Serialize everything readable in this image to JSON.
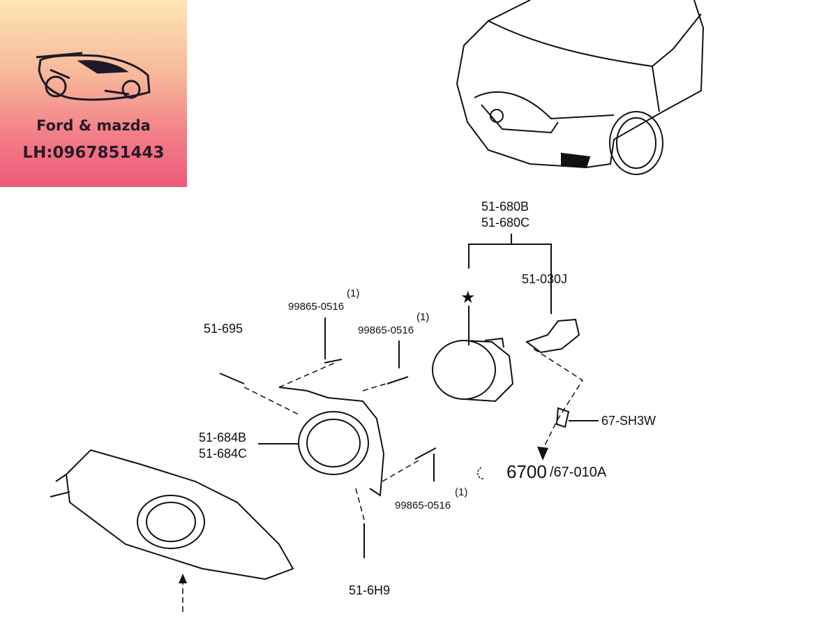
{
  "logo": {
    "brand": "Ford & mazda",
    "phone": "LH:0967851443"
  },
  "labels": {
    "fog_lamp_b": "51-680B",
    "fog_lamp_c": "51-680C",
    "bulb": "51-030J",
    "star": "★",
    "screw_top_qty": "(1)",
    "screw_top": "99865-0516",
    "screw_mid_qty": "(1)",
    "screw_mid": "99865-0516",
    "screw_left": "51-695",
    "bracket_b": "51-684B",
    "bracket_c": "51-684C",
    "connector": "67-SH3W",
    "harness_ref": "6700",
    "harness_part": "/67-010A",
    "screw_bottom_qty": "(1)",
    "screw_bottom": "99865-0516",
    "bolt_bottom": "51-6H9"
  }
}
